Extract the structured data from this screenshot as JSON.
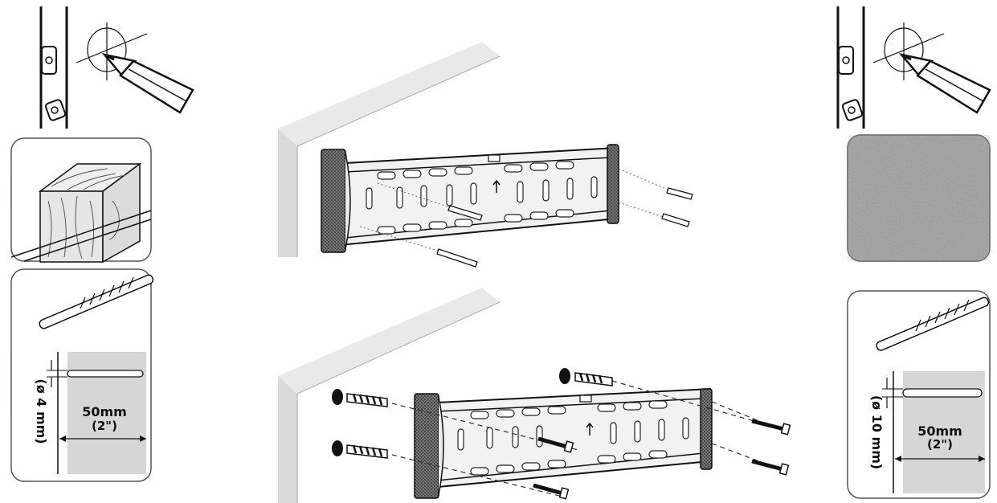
{
  "left_panel": {
    "depth_label": "50mm",
    "depth_label_inches": "(2\")",
    "diameter_label": "(ø 4 mm)"
  },
  "right_panel": {
    "depth_label": "50mm",
    "depth_label_inches": "(2\")",
    "diameter_label": "(ø 10 mm)"
  },
  "icons": {
    "pencil_mark": "pencil-mark-icon",
    "wood_stud": "wood-stud-icon",
    "concrete": "concrete-texture-icon",
    "drill_bit": "drill-bit-icon",
    "bracket": "wall-bracket-icon",
    "screw": "lag-screw-icon",
    "anchor": "wall-anchor-icon"
  },
  "colors": {
    "line": "#1a1a1a",
    "panel_border": "#555555",
    "gray_fill": "#d6d6d6",
    "wood_fill": "#e8e8e8",
    "concrete_fill": "#9a9a9a"
  }
}
